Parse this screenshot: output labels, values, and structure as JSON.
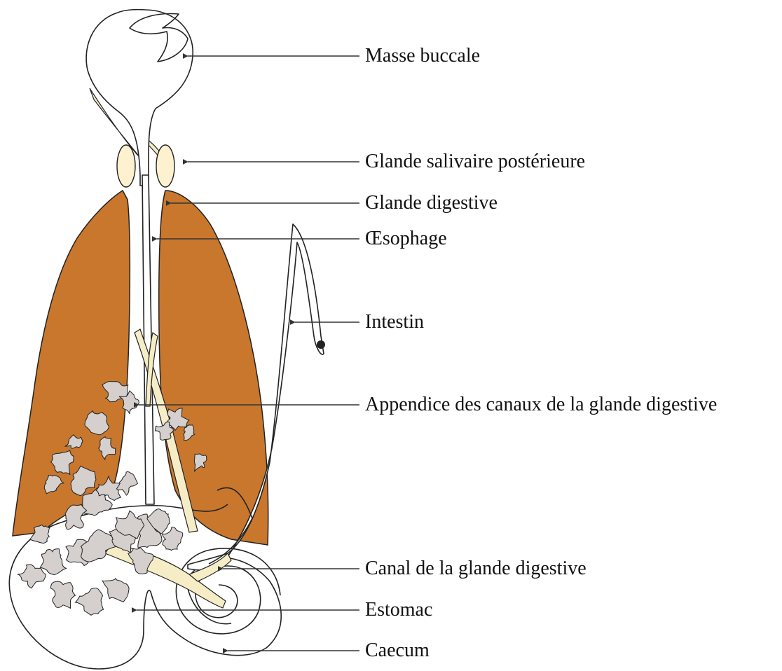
{
  "labels": {
    "masse_buccale": "Masse buccale",
    "glande_salivaire": "Glande salivaire postérieure",
    "glande_digestive": "Glande digestive",
    "oesophage": "Œsophage",
    "intestin": "Intestin",
    "appendice": "Appendice des canaux de la glande digestive",
    "canal": "Canal de la glande digestive",
    "estomac": "Estomac",
    "caecum": "Caecum"
  },
  "colors": {
    "digestive_gland": "#c8772d",
    "salivary_gland": "#fdf1cf",
    "duct": "#f6ecc6",
    "appendage": "#d5cfcd",
    "outline": "#222222"
  }
}
